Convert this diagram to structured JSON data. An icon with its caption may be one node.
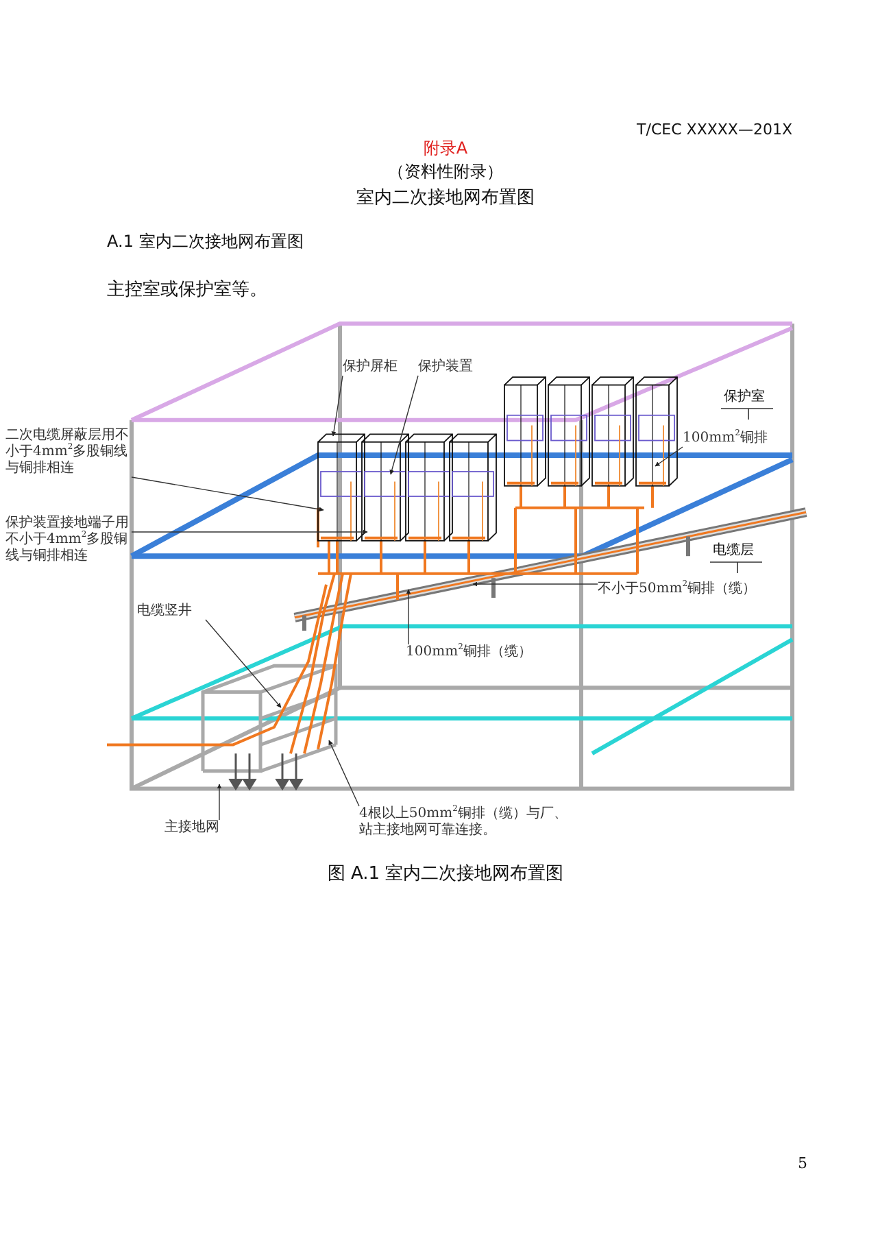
{
  "diagram": {
    "title": "室内二次接地网布置图",
    "caption": "图 A.1 室内二次接地网布置图",
    "nodes": [
      {
        "text": [
          "保护屏柜"
        ]
      },
      {
        "text": [
          "保护装置"
        ]
      },
      {
        "text": [
          "二次电缆屏蔽层用不小于4mm$^{2}$多股铜线与铜排相连"
        ]
      },
      {
        "text": [
          "保护装置接地端子用不小于4mm$^{2}$多股铜线与铜排相连"
        ]
      },
      {
        "text": [
          "不小于50mm$^{2}$铜排（缆）"
        ]
      },
      {
        "text": [
          "100mm$^{2}$铜排"
        ]
      },
      {
        "text": [
          "电缆竖井"
        ]
      },
      {
        "text": [
          "100mm$^{2}$铜排（缆）"
        ]
      },
      {
        "text": [
          "主接地网"
        ]
      },
      {
        "text": [
          "4根以上50mm$^{2}$铜排（缆）与厂、站主接地网可靠连接。"
        ]
      }
    ],
    "edges": [
      {
        "from": 0,
        "to": null,
        "arrow": "to"
      },
      {
        "from": 1,
        "to": null,
        "arrow": "to"
      },
      {
        "from": 2,
        "to": null,
        "arrow": "to"
      },
      {
        "from": 3,
        "to": null,
        "arrow": "to"
      },
      {
        "from": 4,
        "to": null,
        "arrow": "to"
      },
      {
        "from": 5,
        "to": null,
        "arrow": "to"
      },
      {
        "from": 6,
        "to": null,
        "arrow": "to"
      },
      {
        "from": 7,
        "to": null,
        "arrow": "to"
      },
      {
        "from": 8,
        "to": null,
        "arrow": "to"
      },
      {
        "from": 9,
        "to": null,
        "arrow": "to"
      }
    ],
    "labels": [
      "T/CEC XXXXX—201X",
      "附录A",
      "（资料性附录）",
      "A.1 室内二次接地网布置图",
      "主控室或保护室等。",
      "保护室",
      "电缆层",
      "5"
    ]
  }
}
